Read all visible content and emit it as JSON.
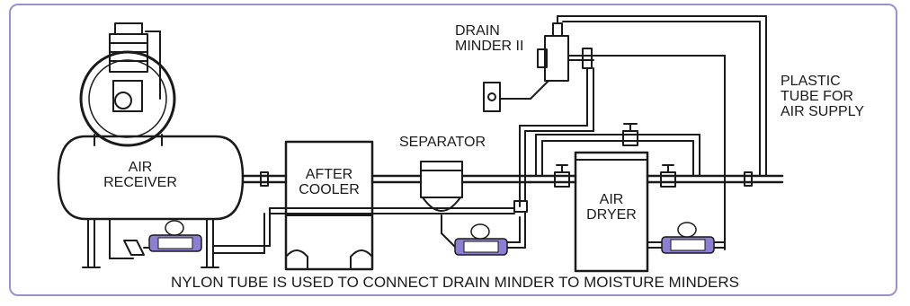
{
  "labels": {
    "drain_minder_line1": "DRAIN",
    "drain_minder_line2": "MINDER II",
    "plastic_tube_line1": "PLASTIC",
    "plastic_tube_line2": "TUBE FOR",
    "plastic_tube_line3": "AIR SUPPLY",
    "separator": "SEPARATOR",
    "air_receiver_line1": "AIR",
    "air_receiver_line2": "RECEIVER",
    "after_cooler_line1": "AFTER",
    "after_cooler_line2": "COOLER",
    "air_dryer_line1": "AIR",
    "air_dryer_line2": "DRYER",
    "caption": "NYLON TUBE IS USED TO CONNECT DRAIN MINDER TO MOISTURE MINDERS"
  },
  "colors": {
    "border": "#9b8fcf",
    "line": "#1a1a1a",
    "moisture_minder": "#8c7fd1"
  }
}
